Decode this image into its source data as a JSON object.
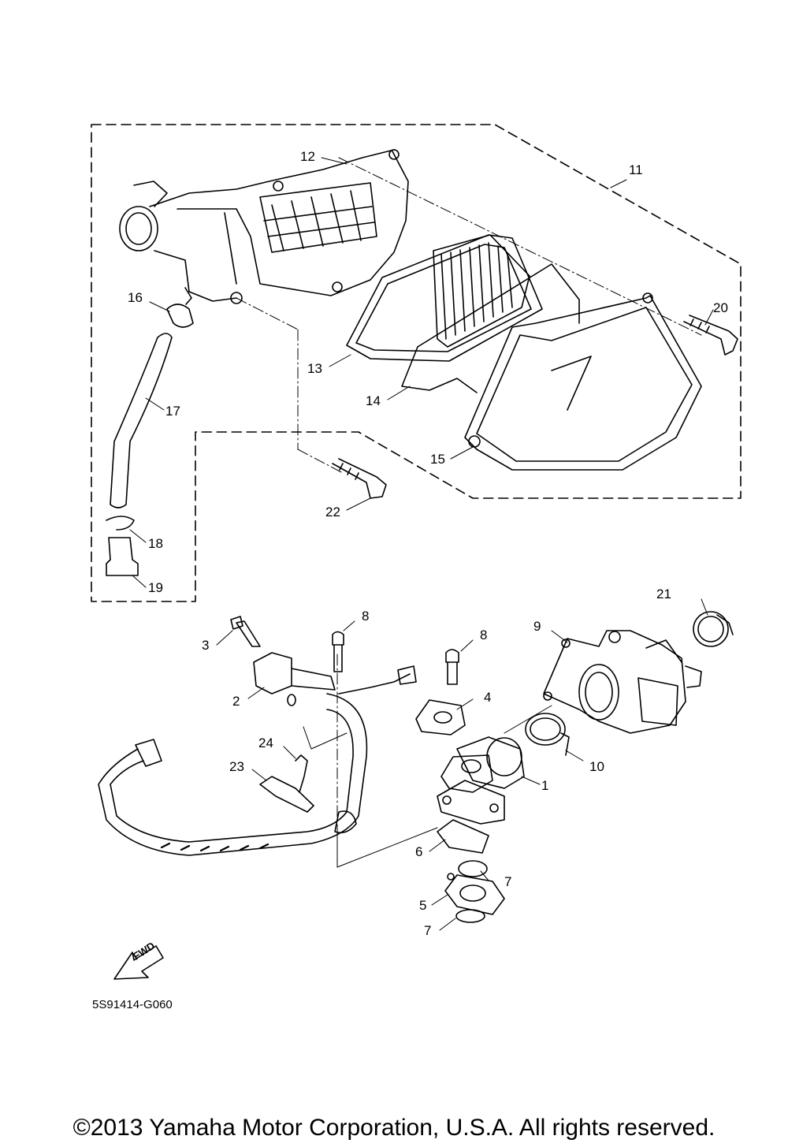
{
  "callouts": [
    {
      "id": "p1",
      "text": "1"
    },
    {
      "id": "p2",
      "text": "2"
    },
    {
      "id": "p3",
      "text": "3"
    },
    {
      "id": "p4",
      "text": "4"
    },
    {
      "id": "p5",
      "text": "5"
    },
    {
      "id": "p6",
      "text": "6"
    },
    {
      "id": "p7a",
      "text": "7"
    },
    {
      "id": "p7b",
      "text": "7"
    },
    {
      "id": "p8a",
      "text": "8"
    },
    {
      "id": "p8b",
      "text": "8"
    },
    {
      "id": "p9",
      "text": "9"
    },
    {
      "id": "p10",
      "text": "10"
    },
    {
      "id": "p11",
      "text": "11"
    },
    {
      "id": "p12",
      "text": "12"
    },
    {
      "id": "p13",
      "text": "13"
    },
    {
      "id": "p14",
      "text": "14"
    },
    {
      "id": "p15",
      "text": "15"
    },
    {
      "id": "p16",
      "text": "16"
    },
    {
      "id": "p17",
      "text": "17"
    },
    {
      "id": "p18",
      "text": "18"
    },
    {
      "id": "p19",
      "text": "19"
    },
    {
      "id": "p20",
      "text": "20"
    },
    {
      "id": "p21",
      "text": "21"
    },
    {
      "id": "p22",
      "text": "22"
    },
    {
      "id": "p23",
      "text": "23"
    },
    {
      "id": "p24",
      "text": "24"
    }
  ],
  "fwd_arrow_label": "FWD",
  "diagram_code": "5S91414-G060",
  "copyright": "©2013 Yamaha Motor Corporation, U.S.A. All rights reserved."
}
